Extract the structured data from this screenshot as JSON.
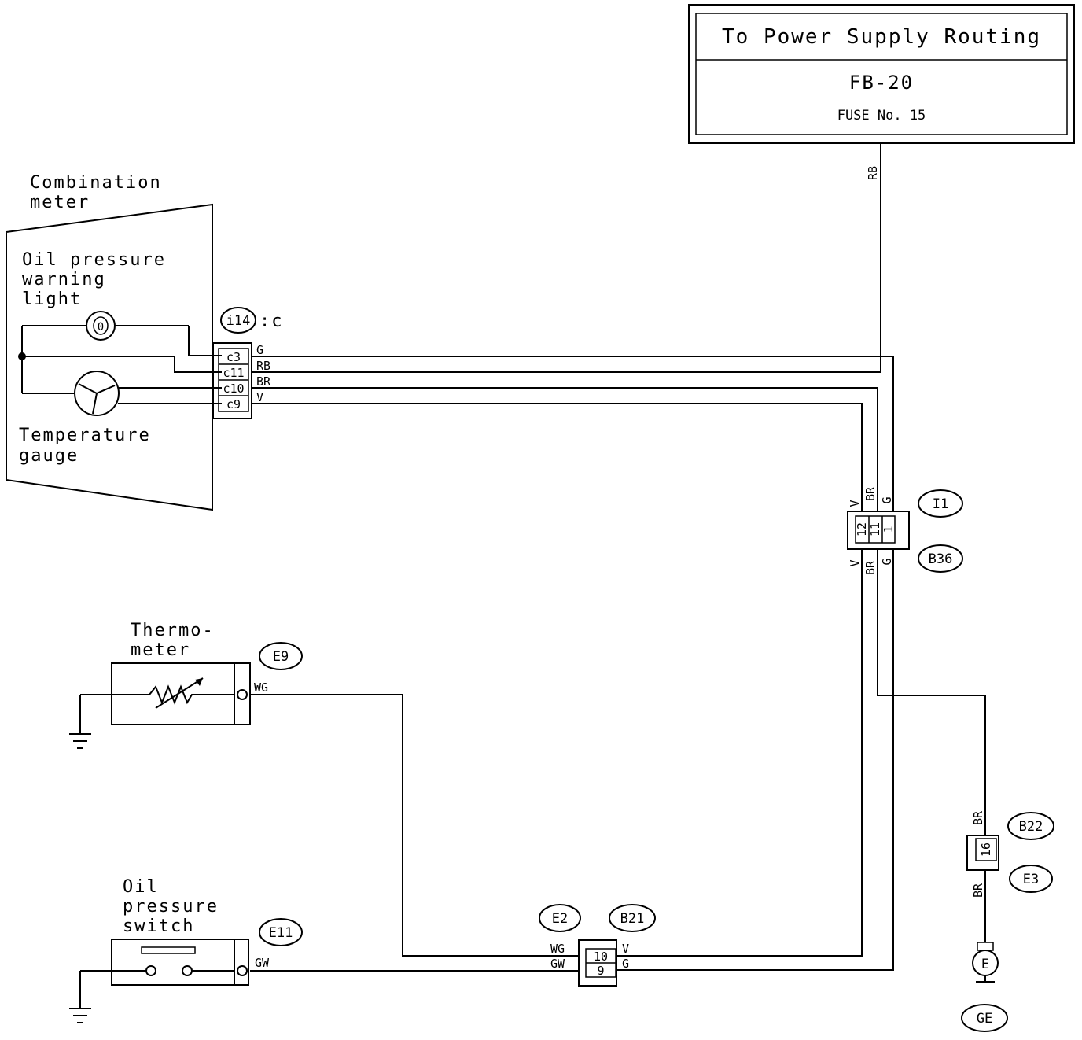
{
  "power": {
    "title": "To Power Supply Routing",
    "fb": "FB-20",
    "fuse": "FUSE No. 15"
  },
  "combination_meter": {
    "title_1": "Combination",
    "title_2": "meter",
    "oil_light_1": "Oil pressure",
    "oil_light_2": "warning",
    "oil_light_3": "light",
    "oil_light_symbol": "0",
    "temp_1": "Temperature",
    "temp_2": "gauge"
  },
  "connectors": {
    "i14": "i14",
    "i14_suffix": ":c",
    "i14_pins": [
      "c3",
      "c11",
      "c10",
      "c9"
    ],
    "i1": "I1",
    "b36": "B36",
    "i1_pins": [
      "12",
      "11",
      "1"
    ],
    "e9": "E9",
    "e11": "E11",
    "e2": "E2",
    "b21": "B21",
    "e2_pins": [
      "10",
      "9"
    ],
    "b22": "B22",
    "e3": "E3",
    "b22_pin": "16",
    "ge": "GE",
    "ground_e": "E"
  },
  "wires": {
    "rb": "RB",
    "g": "G",
    "br": "BR",
    "v": "V",
    "wg": "WG",
    "gw": "GW"
  },
  "thermometer": {
    "title_1": "Thermo-",
    "title_2": "meter"
  },
  "oil_switch": {
    "title_1": "Oil",
    "title_2": "pressure",
    "title_3": "switch"
  }
}
